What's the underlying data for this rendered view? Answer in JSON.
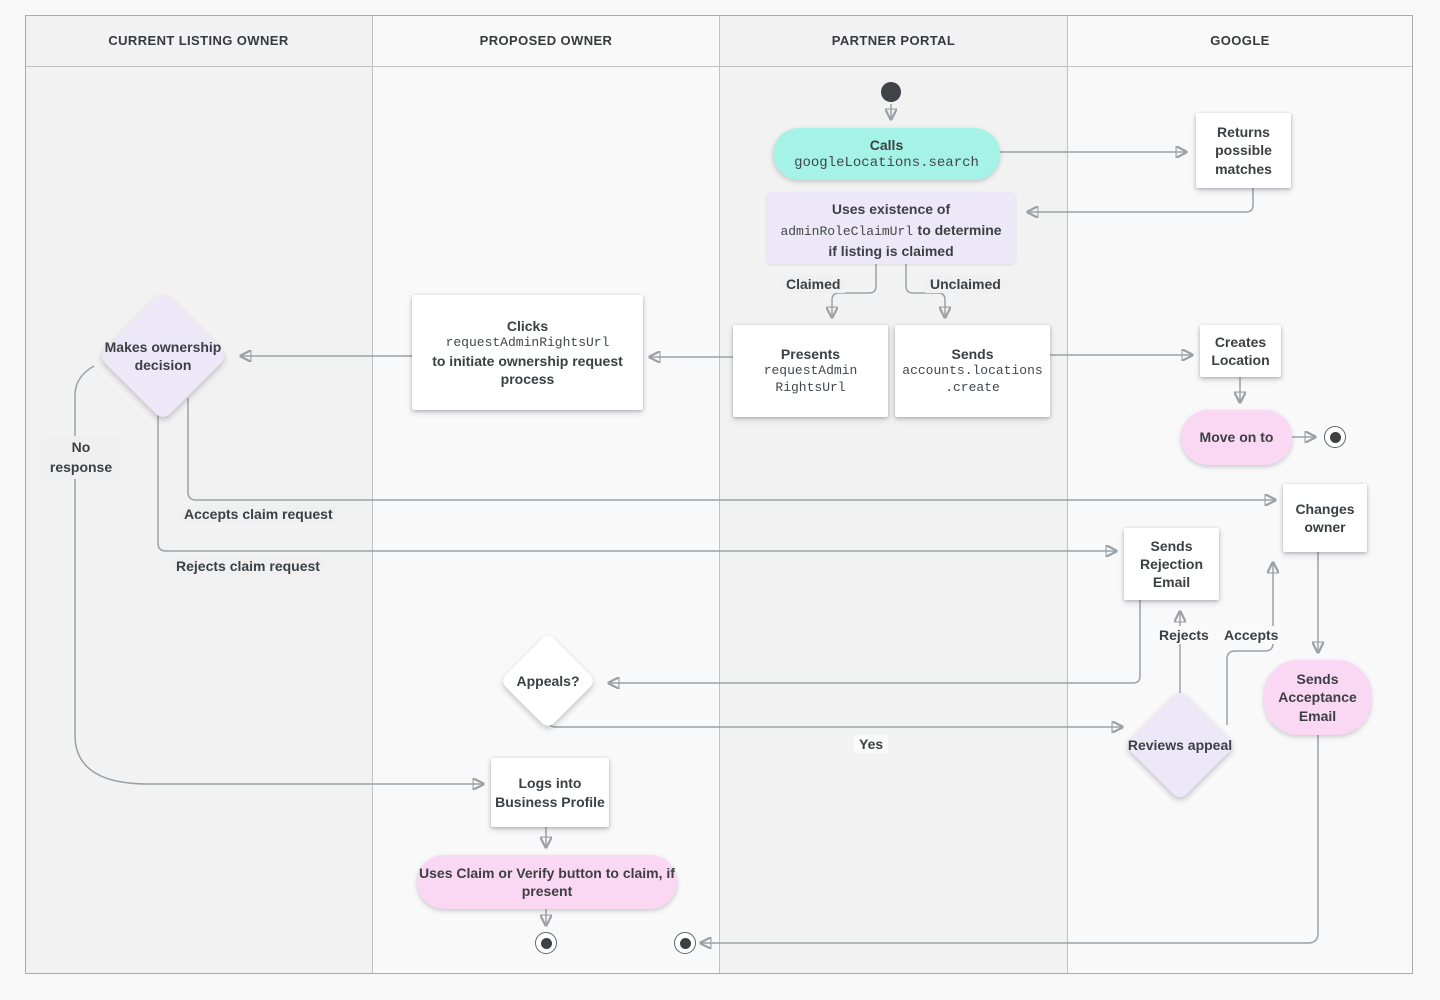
{
  "lanes": [
    {
      "label": "CURRENT LISTING OWNER"
    },
    {
      "label": "PROPOSED OWNER"
    },
    {
      "label": "PARTNER PORTAL"
    },
    {
      "label": "GOOGLE"
    }
  ],
  "nodes": {
    "calls": {
      "title": "Calls",
      "code": "googleLocations.search"
    },
    "returns_matches": {
      "label": "Returns possible matches"
    },
    "uses_existence": {
      "pre": "Uses existence of",
      "code": "adminRoleClaimUrl",
      "post": "to determine if listing is claimed"
    },
    "presents": {
      "title": "Presents",
      "code_lines": [
        "requestAdmin",
        "RightsUrl"
      ]
    },
    "sends_create": {
      "title": "Sends",
      "code_lines": [
        "accounts.locations",
        ".create"
      ]
    },
    "clicks": {
      "title": "Clicks",
      "code": "requestAdminRightsUrl",
      "post": "to initiate ownership request process"
    },
    "makes_decision": {
      "label": "Makes ownership decision"
    },
    "creates_location": {
      "label": "Creates Location"
    },
    "move_on": {
      "label": "Move on to"
    },
    "changes_owner": {
      "label": "Changes owner"
    },
    "sends_rejection": {
      "label": "Sends Rejection Email"
    },
    "sends_acceptance": {
      "label": "Sends Acceptance Email"
    },
    "reviews_appeal": {
      "label": "Reviews appeal"
    },
    "appeals": {
      "label": "Appeals?"
    },
    "logs_in": {
      "label": "Logs into Business Profile"
    },
    "uses_claim": {
      "label": "Uses Claim or Verify button to claim, if present"
    }
  },
  "edge_labels": {
    "claimed": "Claimed",
    "unclaimed": "Unclaimed",
    "no_response": "No response",
    "accepts_claim": "Accepts claim request",
    "rejects_claim": "Rejects claim request",
    "rejects": "Rejects",
    "accepts": "Accepts",
    "yes": "Yes"
  },
  "colors": {
    "teal": "#a5f3e6",
    "lavender": "#ece8f8",
    "pink": "#fad7f3",
    "line": "#9ba1a6",
    "text": "#3c4043"
  }
}
